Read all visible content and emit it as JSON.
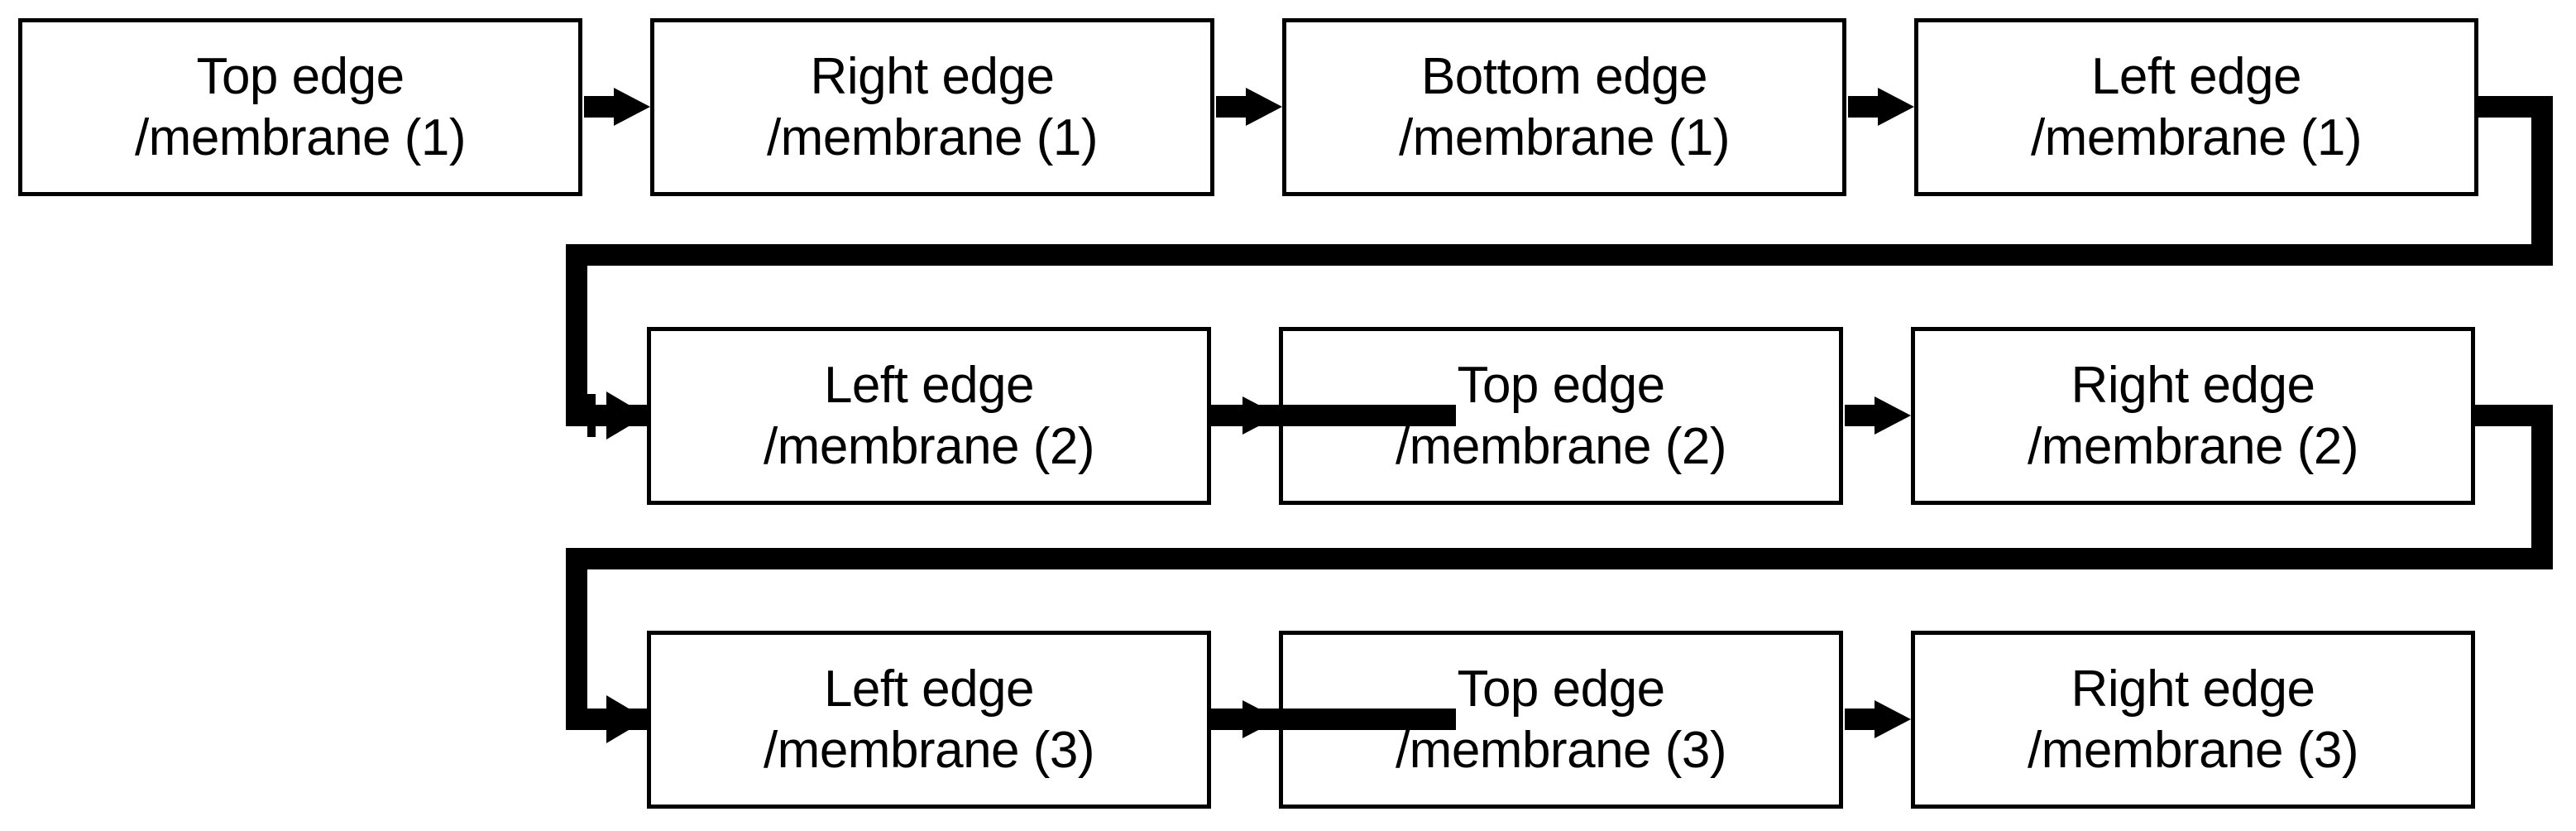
{
  "diagram": {
    "title": "Edge/membrane processing order flowchart",
    "background_color": "#ffffff",
    "line_color": "#000000",
    "text_color": "#000000",
    "rows": [
      {
        "row_id": "row-1",
        "group": "1",
        "nodes": [
          {
            "line1": "Top edge",
            "line2": "/membrane (1)"
          },
          {
            "line1": "Right edge",
            "line2": "/membrane (1)"
          },
          {
            "line1": "Bottom edge",
            "line2": "/membrane (1)"
          },
          {
            "line1": "Left edge",
            "line2": "/membrane (1)"
          }
        ]
      },
      {
        "row_id": "row-2",
        "group": "2",
        "nodes": [
          {
            "line1": "Left edge",
            "line2": "/membrane (2)"
          },
          {
            "line1": "Top edge",
            "line2": "/membrane (2)"
          },
          {
            "line1": "Right edge",
            "line2": "/membrane (2)"
          }
        ]
      },
      {
        "row_id": "row-3",
        "group": "3",
        "nodes": [
          {
            "line1": "Left edge",
            "line2": "/membrane (3)"
          },
          {
            "line1": "Top edge",
            "line2": "/membrane (3)"
          },
          {
            "line1": "Right edge",
            "line2": "/membrane (3)"
          }
        ]
      }
    ],
    "connector_labels": {
      "inline_arrow": "arrow-right",
      "wrap_row1_to_row2": "wrap-connector-row1-row2",
      "wrap_row2_to_row3": "wrap-connector-row2-row3"
    }
  }
}
